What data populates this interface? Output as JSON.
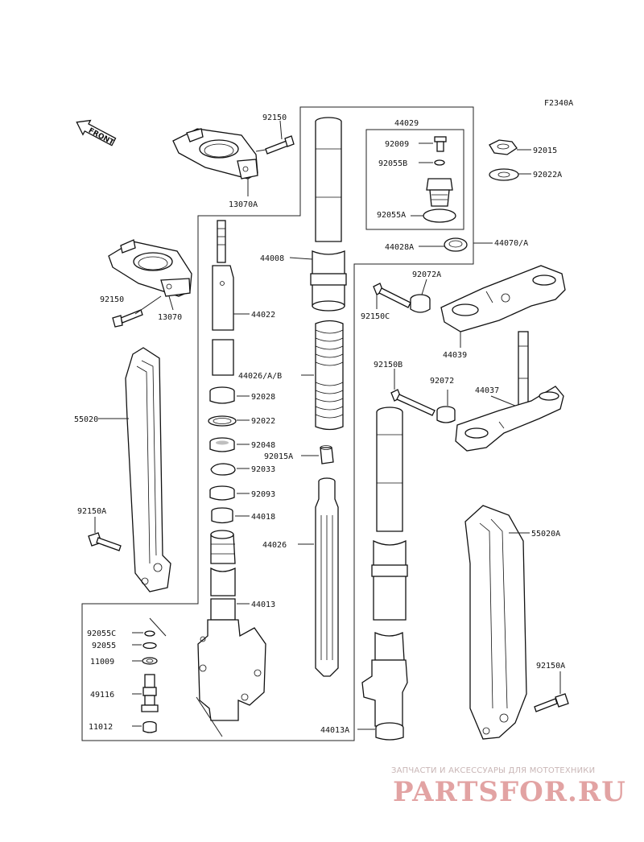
{
  "diagram": {
    "figure_code": "F2340A",
    "front_label": "FRONT",
    "labels": {
      "p92150_top": "92150",
      "p13070A": "13070A",
      "p44029": "44029",
      "p92009": "92009",
      "p92055B": "92055B",
      "p92055A": "92055A",
      "p44028A": "44028A",
      "p44070": "44070/A",
      "p92015": "92015",
      "p92022A": "92022A",
      "p44008": "44008",
      "p44022": "44022",
      "p92150_left": "92150",
      "p13070": "13070",
      "p92072A": "92072A",
      "p92150C": "92150C",
      "p44039": "44039",
      "p44026AB": "44026/A/B",
      "p92028": "92028",
      "p92022": "92022",
      "p92048": "92048",
      "p92015A": "92015A",
      "p92033": "92033",
      "p92093": "92093",
      "p44018": "44018",
      "p44026": "44026",
      "p92150B": "92150B",
      "p92072": "92072",
      "p44037": "44037",
      "p55020": "55020",
      "p92150A_left": "92150A",
      "p55020A": "55020A",
      "p44013": "44013",
      "p92055C": "92055C",
      "p92055": "92055",
      "p11009": "11009",
      "p49116": "49116",
      "p11012": "11012",
      "p92150A_right": "92150A",
      "p44013A": "44013A"
    }
  },
  "watermark": {
    "tagline": "ЗАПЧАСТИ И АКСЕССУАРЫ ДЛЯ МОТОТЕХНИКИ",
    "logo": "PARTSFOR.RU"
  }
}
